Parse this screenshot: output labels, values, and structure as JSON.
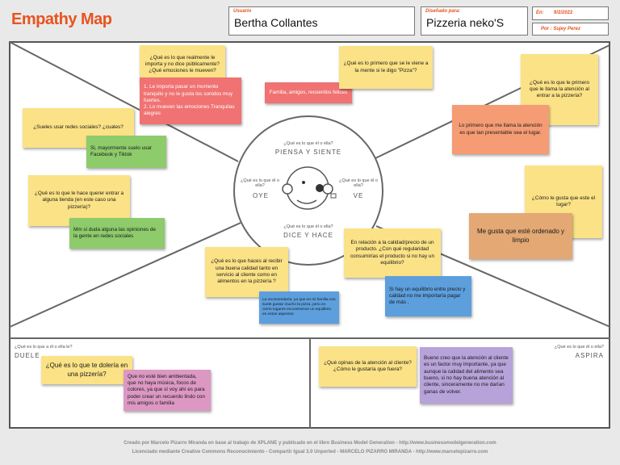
{
  "header": {
    "title": "Empathy Map",
    "user_label": "Usuario",
    "user_value": "Bertha Collantes",
    "design_label": "Diseñado para:",
    "design_value": "Pizzeria neko'S",
    "date_label": "En:",
    "date_value": "9/2/2022",
    "author": "Por : Sujey Perez"
  },
  "circle": {
    "think_question": "¿Qué es lo que él o ella?",
    "think_label": "PIENSA Y SIENTE",
    "hear_question": "¿Qué es lo que él o ella?",
    "hear_label": "OYE",
    "see_question": "¿Qué es lo que él o ella?",
    "see_label": "VE",
    "do_question": "¿Qué es lo que él o ella?",
    "do_label": "DICE Y HACE"
  },
  "pain": {
    "question": "¿Qué es lo que a él o ella le?",
    "label": "DUELE"
  },
  "gain": {
    "question": "¿Qué es lo que él o ella?",
    "label": "ASPIRA"
  },
  "notes": {
    "think_q": "¿Qué es lo que realmente le importa y no dice públicamente? ¿Qué emociones le mueven?",
    "think_a": "1. Le importa pasar un momento tranquilo y no le gusta los sonidos muy fuertes.\n2. Lo mueven las emociones Tranquilas alegres",
    "think_a2": "Familia, amigos, recuerdos felices",
    "see_q1": "¿Qué es lo primero que se le viene a la mente si le digo \"Pizza\"?",
    "see_q2": "¿Qué es lo que le primero que le llama la atención al entrar a la pizzería?",
    "see_a2": "Lo primero que me llama la atención es que tan presentable sea el lugar.",
    "see_q3": "¿Cómo le gusta que este el lugar?",
    "see_a3": "Me gusta que esté ordenado y limpio",
    "hear_q1": "¿Sueles usar redes sociales? ¿cuales?",
    "hear_a1": "Si, mayormente suelo usar Facebook y Tiktok",
    "hear_q2": "¿Qué es lo que le hace querer entrar a alguna tienda (en este caso una pizzería)?",
    "hear_a2": "Mm si duda alguna las opiniones de la gente en redes sociales",
    "do_q1": "¿Qué es lo que haces al recibir una buena calidad tanto en servicio al cliente como en alimentos en la pizzería ?",
    "do_a1": "La recomendaría, ya que en mi familia nos suele gustar mucho la pizza, pero en cierto lugares encontramos un equilibrio en estos aspectos",
    "do_q2": "En relación a la calidad/precio de un producto. ¿Con qué regularidad consumirías el producto si no hay un equilibrio?",
    "do_a2": "Si hay un equilibrio entre precio y calidad no me importaría pagar de más .",
    "pain_q": "¿Qué es lo que te dolería en una pizzería?",
    "pain_a": "Que no esté bien ambientada, que no haya música, focos de colores, ya que sí voy ahí es para poder crear un recuerdo lindo con mis amigos o familia",
    "gain_q": "¿Qué opinas de la atención al cliente? ¿Cómo le gustaría que fuera?",
    "gain_a": "Bueno creo que la atención al cliente es un factor muy importante, ya que aunque la calidad del alimento sea bueno, si no hay buena atención al cliente, sinceramente no me darían ganas de volver."
  },
  "footer": {
    "line1": "Creado por Marcelo Pizarro Miranda en base al trabajo de XPLANE y publicado en el libro Business Model Generation - http://www.businessmodelgeneration.com",
    "line2": "Licenciado mediante Creative Commons Reconocimiento - Compartir Igual 3.0 Unported - MARCELO PIZARRO MIRANDA - http://www.marcelopizarro.com"
  },
  "colors": {
    "accent": "#e8531f",
    "note_yellow": "#fbe286",
    "note_green": "#8dcb6b",
    "note_red": "#f07272",
    "note_salmon": "#f59c74",
    "note_blue": "#5d9fdd",
    "note_purple": "#b7a2d9",
    "note_pink": "#dc98c3",
    "note_tan": "#e3a873"
  }
}
